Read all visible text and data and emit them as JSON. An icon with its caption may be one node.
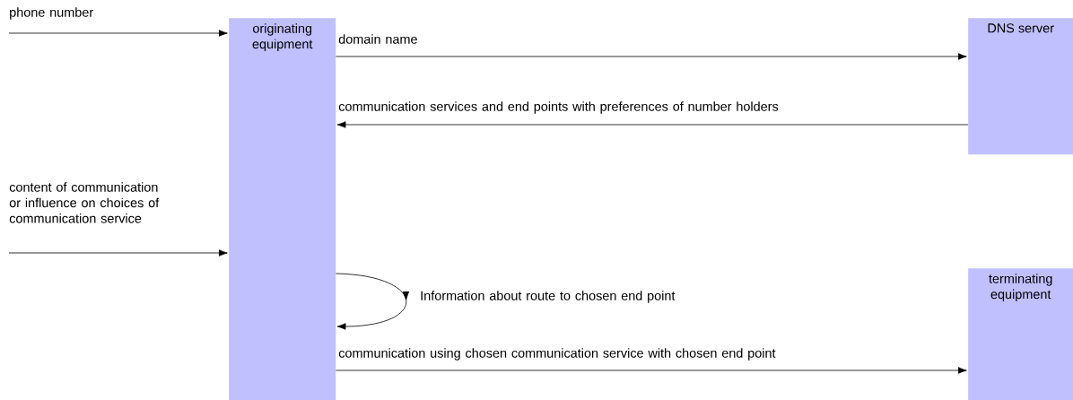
{
  "diagram": {
    "nodes": [
      {
        "text": [
          "originating equipment"
        ]
      },
      {
        "text": [
          "DNS server"
        ]
      },
      {
        "text": [
          "terminating equipment"
        ]
      }
    ],
    "edges": [
      {
        "from": null,
        "to": 0,
        "arrow": "to",
        "label": "phone number"
      },
      {
        "from": 0,
        "to": 1,
        "arrow": "to",
        "label": "domain name"
      },
      {
        "from": 1,
        "to": 0,
        "arrow": "to",
        "label": "communication services and end points with preferences of number holders"
      },
      {
        "from": null,
        "to": 0,
        "arrow": "to",
        "label": "content of communication or influence on choices of communication service"
      },
      {
        "from": 0,
        "to": 0,
        "arrow": "to",
        "label": "Information about route to chosen end point"
      },
      {
        "from": 0,
        "to": 2,
        "arrow": "to",
        "label": "communication using chosen communication service with chosen end point"
      }
    ]
  }
}
